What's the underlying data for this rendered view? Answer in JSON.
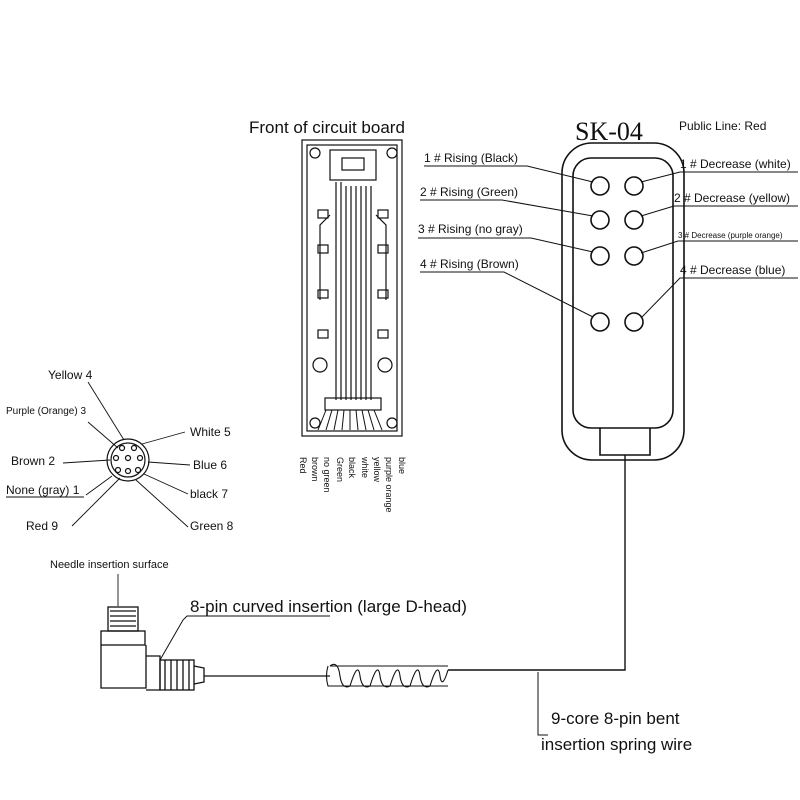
{
  "title": "SK-04",
  "public_line": "Public Line: Red",
  "board_title": "Front of circuit board",
  "rising": [
    "1 # Rising (Black)",
    "2 # Rising (Green)",
    "3 # Rising (no gray)",
    "4 # Rising (Brown)"
  ],
  "decrease": [
    "1 # Decrease (white)",
    "2 # Decrease (yellow)",
    "3 # Decrease (purple orange)",
    "4 # Decrease (blue)"
  ],
  "board_wires": [
    "Red",
    "brown",
    "no green",
    "Green",
    "black",
    "white",
    "yellow",
    "purple orange",
    "blue"
  ],
  "pins": {
    "yellow4": "Yellow 4",
    "purple3": "Purple (Orange) 3",
    "brown2": "Brown 2",
    "none1": "None (gray) 1",
    "red9": "Red 9",
    "white5": "White 5",
    "blue6": "Blue 6",
    "black7": "black 7",
    "green8": "Green 8"
  },
  "needle_label": "Needle insertion surface",
  "connector_label": "8-pin curved insertion (large D-head)",
  "cable_label_1": "9-core 8-pin bent",
  "cable_label_2": "insertion spring wire"
}
